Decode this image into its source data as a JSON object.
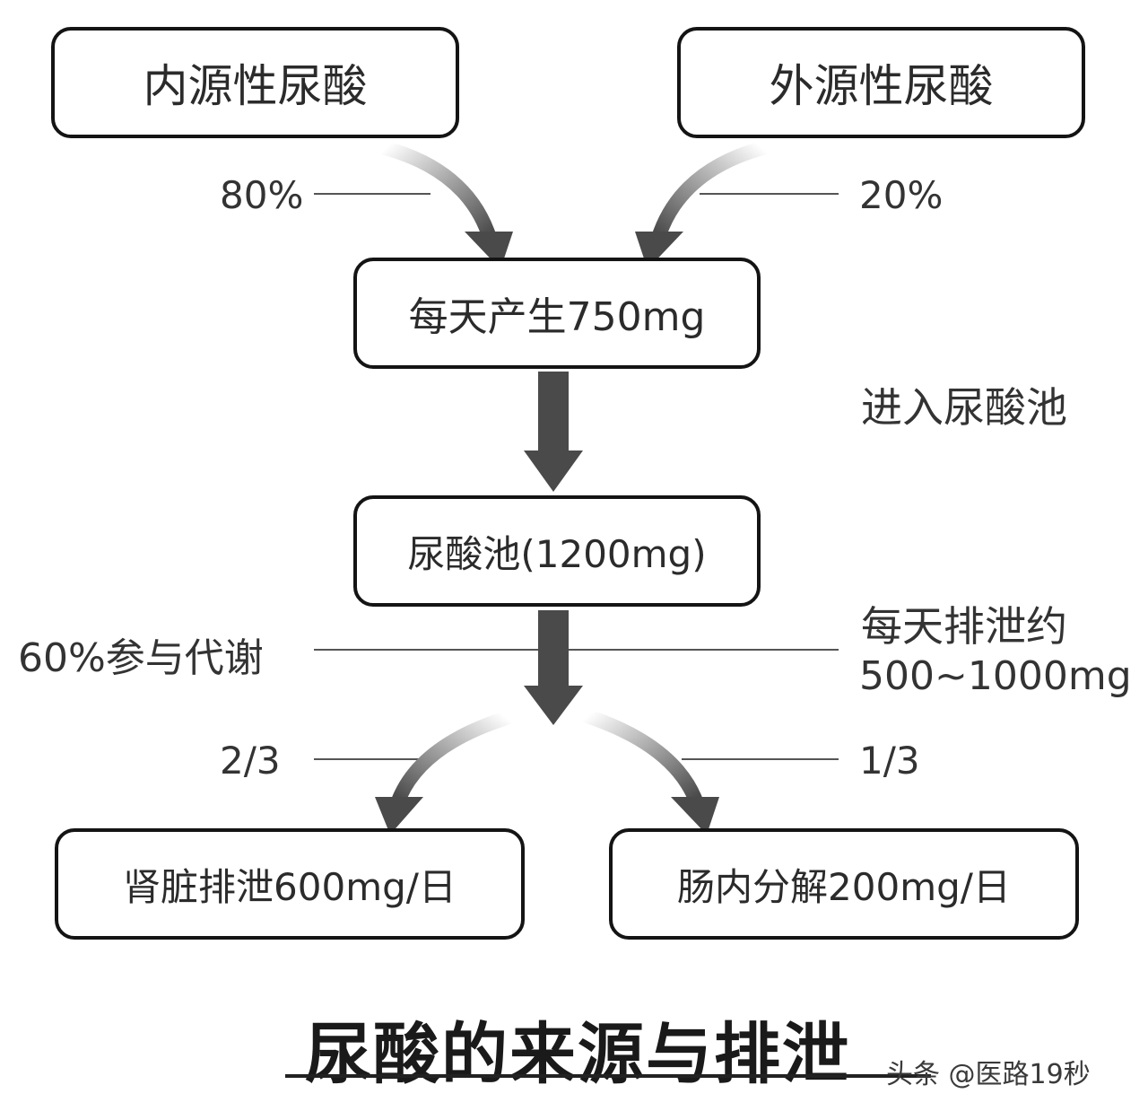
{
  "boxes": {
    "endogenous": "内源性尿酸",
    "exogenous": "外源性尿酸",
    "daily_production": "每天产生750mg",
    "uric_acid_pool": "尿酸池(1200mg)",
    "kidney": "肾脏排泄600mg/日",
    "intestine": "肠内分解200mg/日"
  },
  "labels": {
    "endogenous_pct": "80%",
    "exogenous_pct": "20%",
    "enter_pool": "进入尿酸池",
    "metabolism": "60%参与代谢",
    "daily_excretion_line1": "每天排泄约",
    "daily_excretion_line2": "500~1000mg",
    "kidney_fraction": "2/3",
    "intestine_fraction": "1/3"
  },
  "title": "尿酸的来源与排泄",
  "watermark": "头条 @医路19秒",
  "colors": {
    "box_border": "#141414",
    "arrow": "#4a4a4a",
    "line": "#555555"
  }
}
